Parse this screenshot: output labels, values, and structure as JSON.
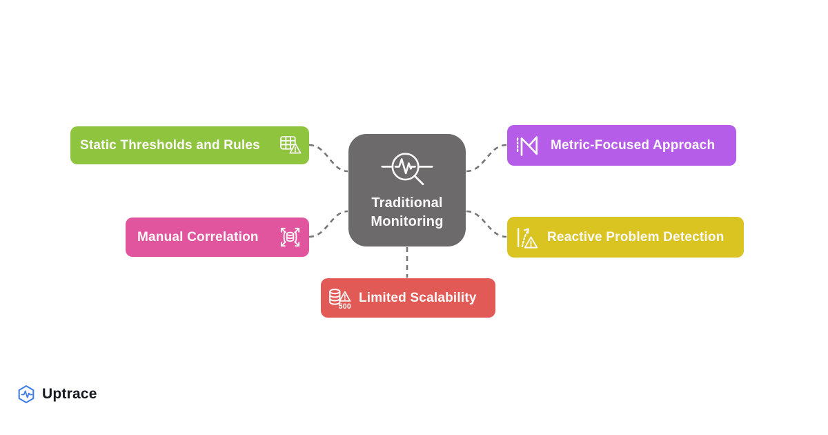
{
  "diagram": {
    "central": {
      "label_line1": "Traditional",
      "label_line2": "Monitoring",
      "icon": "magnifier-pulse-icon",
      "bg": "#6C6A6A"
    },
    "branches": [
      {
        "label": "Static Thresholds and Rules",
        "icon": "table-alert-icon",
        "bg": "#8FC43F",
        "position": "top-left"
      },
      {
        "label": "Manual Correlation",
        "icon": "scale-out-database-icon",
        "bg": "#E0559E",
        "position": "middle-left"
      },
      {
        "label": "Metric-Focused Approach",
        "icon": "map-icon",
        "bg": "#B55CE8",
        "position": "top-right"
      },
      {
        "label": "Reactive Problem Detection",
        "icon": "trend-alert-icon",
        "bg": "#D9C422",
        "position": "middle-right"
      },
      {
        "label": "Limited Scalability",
        "icon": "database-500-icon",
        "bg": "#E25A55",
        "position": "bottom-center"
      }
    ],
    "connector_color": "#757575",
    "text_color": "#FBF8F8"
  },
  "icons": {
    "database_500_label": "500"
  },
  "footer": {
    "brand": "Uptrace",
    "logo_color": "#3E7DE9"
  }
}
